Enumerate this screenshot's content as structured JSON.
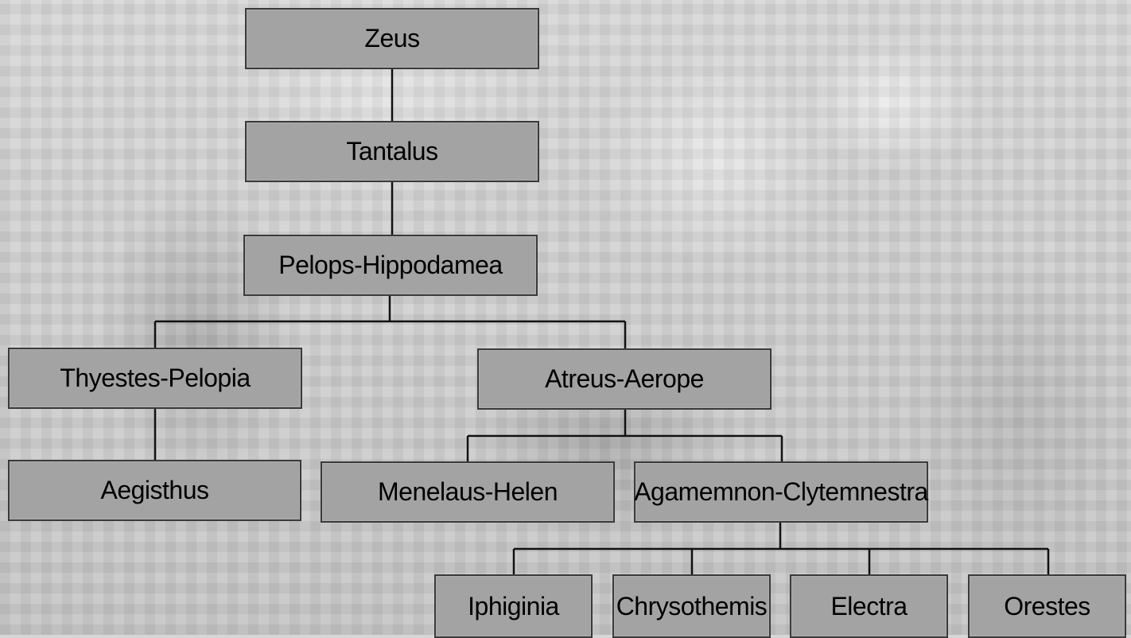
{
  "tree": {
    "nodes": {
      "zeus": "Zeus",
      "tantalus": "Tantalus",
      "pelops": "Pelops-Hippodamea",
      "thyestes": "Thyestes-Pelopia",
      "atreus": "Atreus-Aerope",
      "aegisthus": "Aegisthus",
      "menelaus": "Menelaus-Helen",
      "agamemnon": "Agamemnon-Clytemnestra",
      "iphiginia": "Iphiginia",
      "chrysothemis": "Chrysothemis",
      "electra": "Electra",
      "orestes": "Orestes"
    },
    "edges": [
      [
        "zeus",
        "tantalus"
      ],
      [
        "tantalus",
        "pelops"
      ],
      [
        "pelops",
        "thyestes"
      ],
      [
        "pelops",
        "atreus"
      ],
      [
        "thyestes",
        "aegisthus"
      ],
      [
        "atreus",
        "menelaus"
      ],
      [
        "atreus",
        "agamemnon"
      ],
      [
        "agamemnon",
        "iphiginia"
      ],
      [
        "agamemnon",
        "chrysothemis"
      ],
      [
        "agamemnon",
        "electra"
      ],
      [
        "agamemnon",
        "orestes"
      ]
    ]
  },
  "colors": {
    "box_fill": "#a3a3a3",
    "box_border": "#3a3a3a",
    "line": "#111111"
  }
}
